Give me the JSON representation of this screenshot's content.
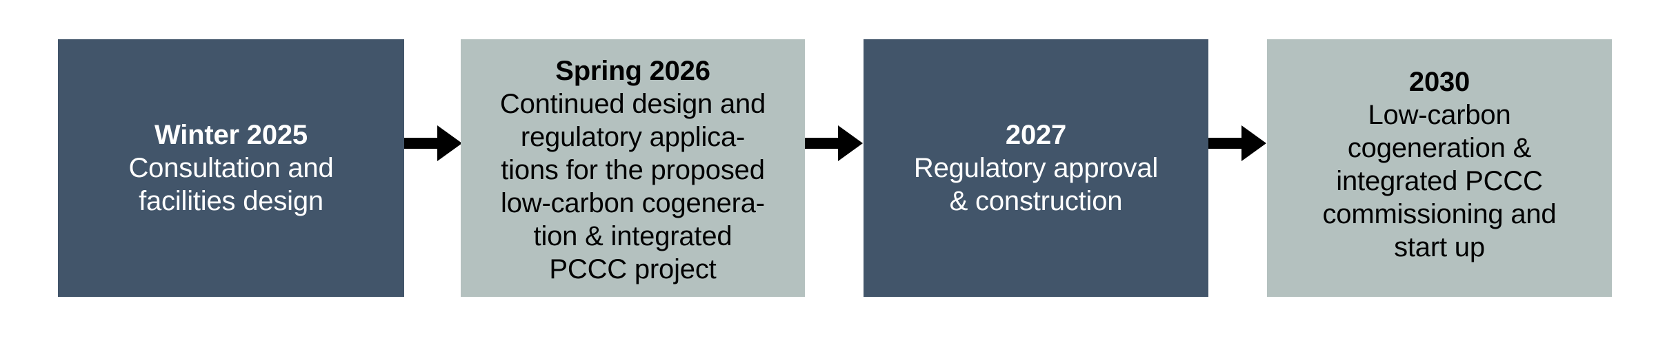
{
  "diagram": {
    "type": "process-timeline",
    "orientation": "horizontal",
    "background_color": "#ffffff",
    "colors": {
      "dark_box": "#42556a",
      "light_box": "#b4c1bf",
      "dark_box_text": "#ffffff",
      "light_box_text": "#010101",
      "arrow": "#000000"
    },
    "stages": [
      {
        "id": "stage-1",
        "style": "dark",
        "title": "Winter 2025",
        "body_lines": [
          "Consultation and",
          "facilities design"
        ],
        "body_text": "Consultation and facilities design"
      },
      {
        "id": "stage-2",
        "style": "light",
        "title": "Spring 2026",
        "body_lines": [
          "Continued design and",
          "regulatory applica-",
          "tions for the proposed",
          "low-carbon cogenera-",
          "tion & integrated",
          "PCCC project"
        ],
        "body_text": "Continued design and regulatory applications for the proposed low-carbon cogeneration & integrated PCCC project"
      },
      {
        "id": "stage-3",
        "style": "dark",
        "title": "2027",
        "body_lines": [
          "Regulatory approval",
          "& construction"
        ],
        "body_text": "Regulatory approval & construction"
      },
      {
        "id": "stage-4",
        "style": "light",
        "title": "2030",
        "body_lines": [
          "Low-carbon",
          "cogeneration &",
          "integrated PCCC",
          "commissioning and",
          "start up"
        ],
        "body_text": "Low-carbon cogeneration & integrated PCCC commissioning and start up"
      }
    ],
    "connectors": [
      {
        "id": "arrow-1",
        "icon": "arrow-right-icon",
        "from": "stage-1",
        "to": "stage-2"
      },
      {
        "id": "arrow-2",
        "icon": "arrow-right-icon",
        "from": "stage-2",
        "to": "stage-3"
      },
      {
        "id": "arrow-3",
        "icon": "arrow-right-icon",
        "from": "stage-3",
        "to": "stage-4"
      }
    ]
  }
}
